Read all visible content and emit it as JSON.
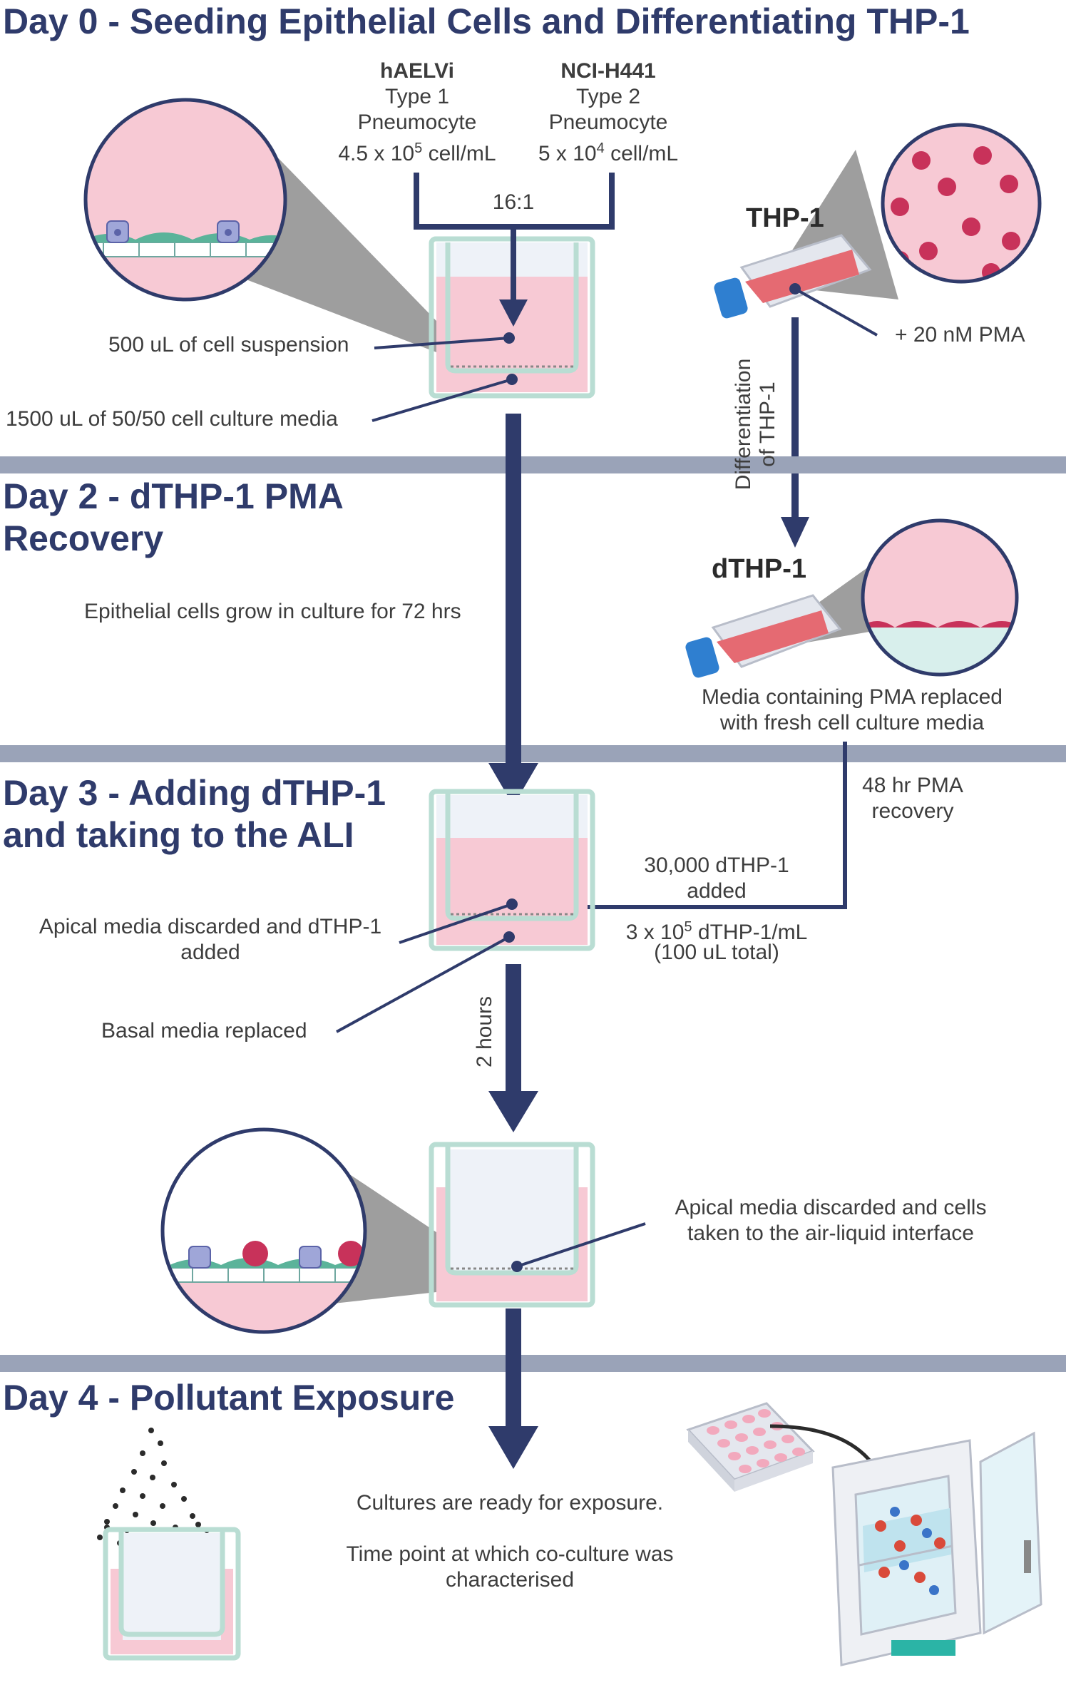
{
  "sections": {
    "day0_title": "Day 0 - Seeding Epithelial Cells and Differentiating THP-1",
    "day2_title_line1": "Day 2 - dTHP-1 PMA",
    "day2_title_line2": "Recovery",
    "day3_title_line1": "Day 3 - Adding dTHP-1",
    "day3_title_line2": "and taking to the ALI",
    "day4_title": "Day 4 - Pollutant Exposure"
  },
  "day0": {
    "cell1_name": "hAELVi",
    "cell1_type_line1": "Type 1",
    "cell1_type_line2": "Pneumocyte",
    "cell1_density_base": "4.5 x 10",
    "cell1_density_exp": "5",
    "cell1_density_unit": " cell/mL",
    "cell2_name": "NCI-H441",
    "cell2_type_line1": "Type 2",
    "cell2_type_line2": "Pneumocyte",
    "cell2_density_base": "5 x 10",
    "cell2_density_exp": "4",
    "cell2_density_unit": " cell/mL",
    "ratio": "16:1",
    "cell_suspension": "500 uL of cell suspension",
    "culture_media": "1500 uL of 50/50 cell culture media",
    "thp1": "THP-1",
    "pma": "+ 20 nM PMA",
    "differentiation_line1": "Differentiation",
    "differentiation_line2": "of THP-1"
  },
  "day2": {
    "epithelial_growth": "Epithelial cells grow in culture for 72 hrs",
    "dthp1": "dTHP-1",
    "media_line1": "Media containing PMA replaced",
    "media_line2": "with fresh cell culture media"
  },
  "day3": {
    "recovery_line1": "48 hr PMA",
    "recovery_line2": "recovery",
    "added_line1": "30,000 dTHP-1",
    "added_line2": "added",
    "conc_base": "3 x 10",
    "conc_exp": "5",
    "conc_unit": " dTHP-1/mL",
    "conc_total": "(100 uL total)",
    "apical_line1": "Apical media discarded and dTHP-1",
    "apical_line2": "added",
    "basal": "Basal media replaced",
    "two_hours": "2 hours",
    "ali_line1": "Apical media discarded and cells",
    "ali_line2": "taken to the air-liquid interface"
  },
  "day4": {
    "ready": "Cultures are ready for exposure.",
    "timepoint_line1": "Time point at which co-culture was",
    "timepoint_line2": "characterised"
  },
  "colors": {
    "navy": "#2f3b6b",
    "band": "#9aa3b8",
    "media_pink": "#f7c9d4",
    "insert_green": "#d7ece6",
    "zoom_grey": "#9e9e9e",
    "thp1_cell": "#c8325a"
  },
  "icons": [
    "transwell-insert-icon",
    "cell-flask-icon",
    "zoom-circle-icon",
    "well-plate-icon",
    "incubator-icon",
    "pollutant-particles-icon"
  ]
}
